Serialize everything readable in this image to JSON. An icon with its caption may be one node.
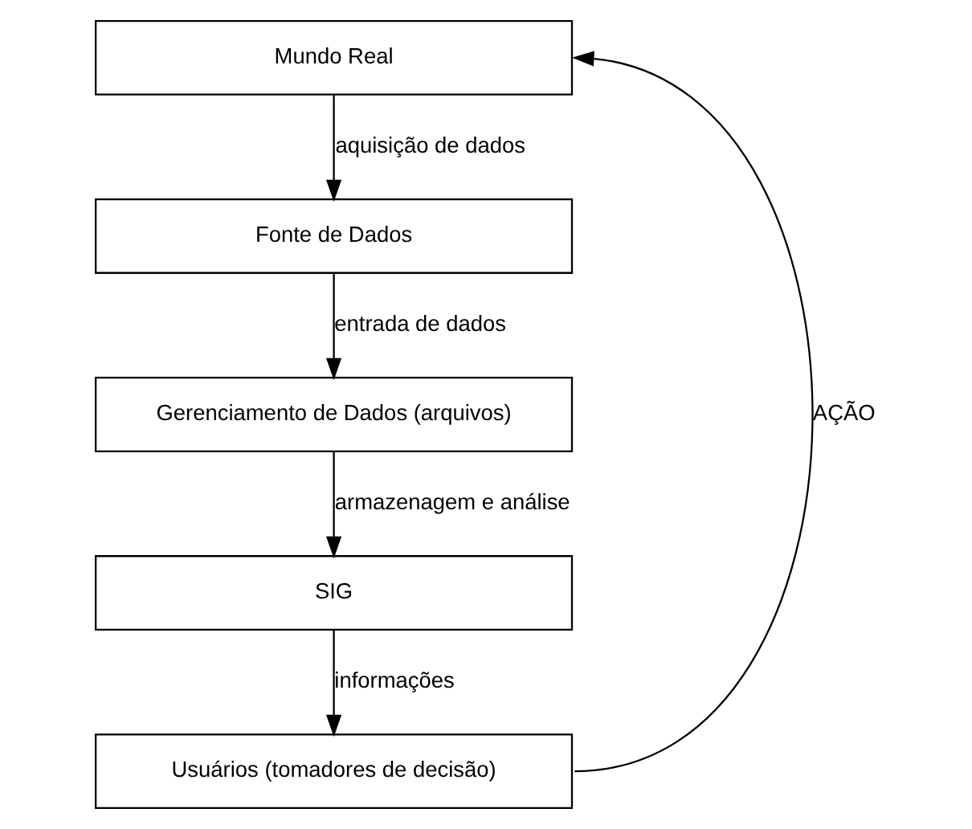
{
  "diagram": {
    "nodes": [
      {
        "text": [
          "Mundo Real"
        ]
      },
      {
        "text": [
          "Fonte de Dados"
        ]
      },
      {
        "text": [
          "Gerenciamento de Dados (arquivos)"
        ]
      },
      {
        "text": [
          "SIG"
        ]
      },
      {
        "text": [
          "Usuários (tomadores de decisão)"
        ]
      }
    ],
    "edges": [
      {
        "from": 0,
        "to": 1,
        "arrow": "to",
        "label": "aquisição de dados"
      },
      {
        "from": 1,
        "to": 2,
        "arrow": "to",
        "label": "entrada de dados"
      },
      {
        "from": 2,
        "to": 3,
        "arrow": "to",
        "label": "armazenagem e análise"
      },
      {
        "from": 3,
        "to": 4,
        "arrow": "to",
        "label": "informações"
      },
      {
        "from": 4,
        "to": 0,
        "arrow": "to",
        "label": "AÇÃO"
      }
    ]
  }
}
